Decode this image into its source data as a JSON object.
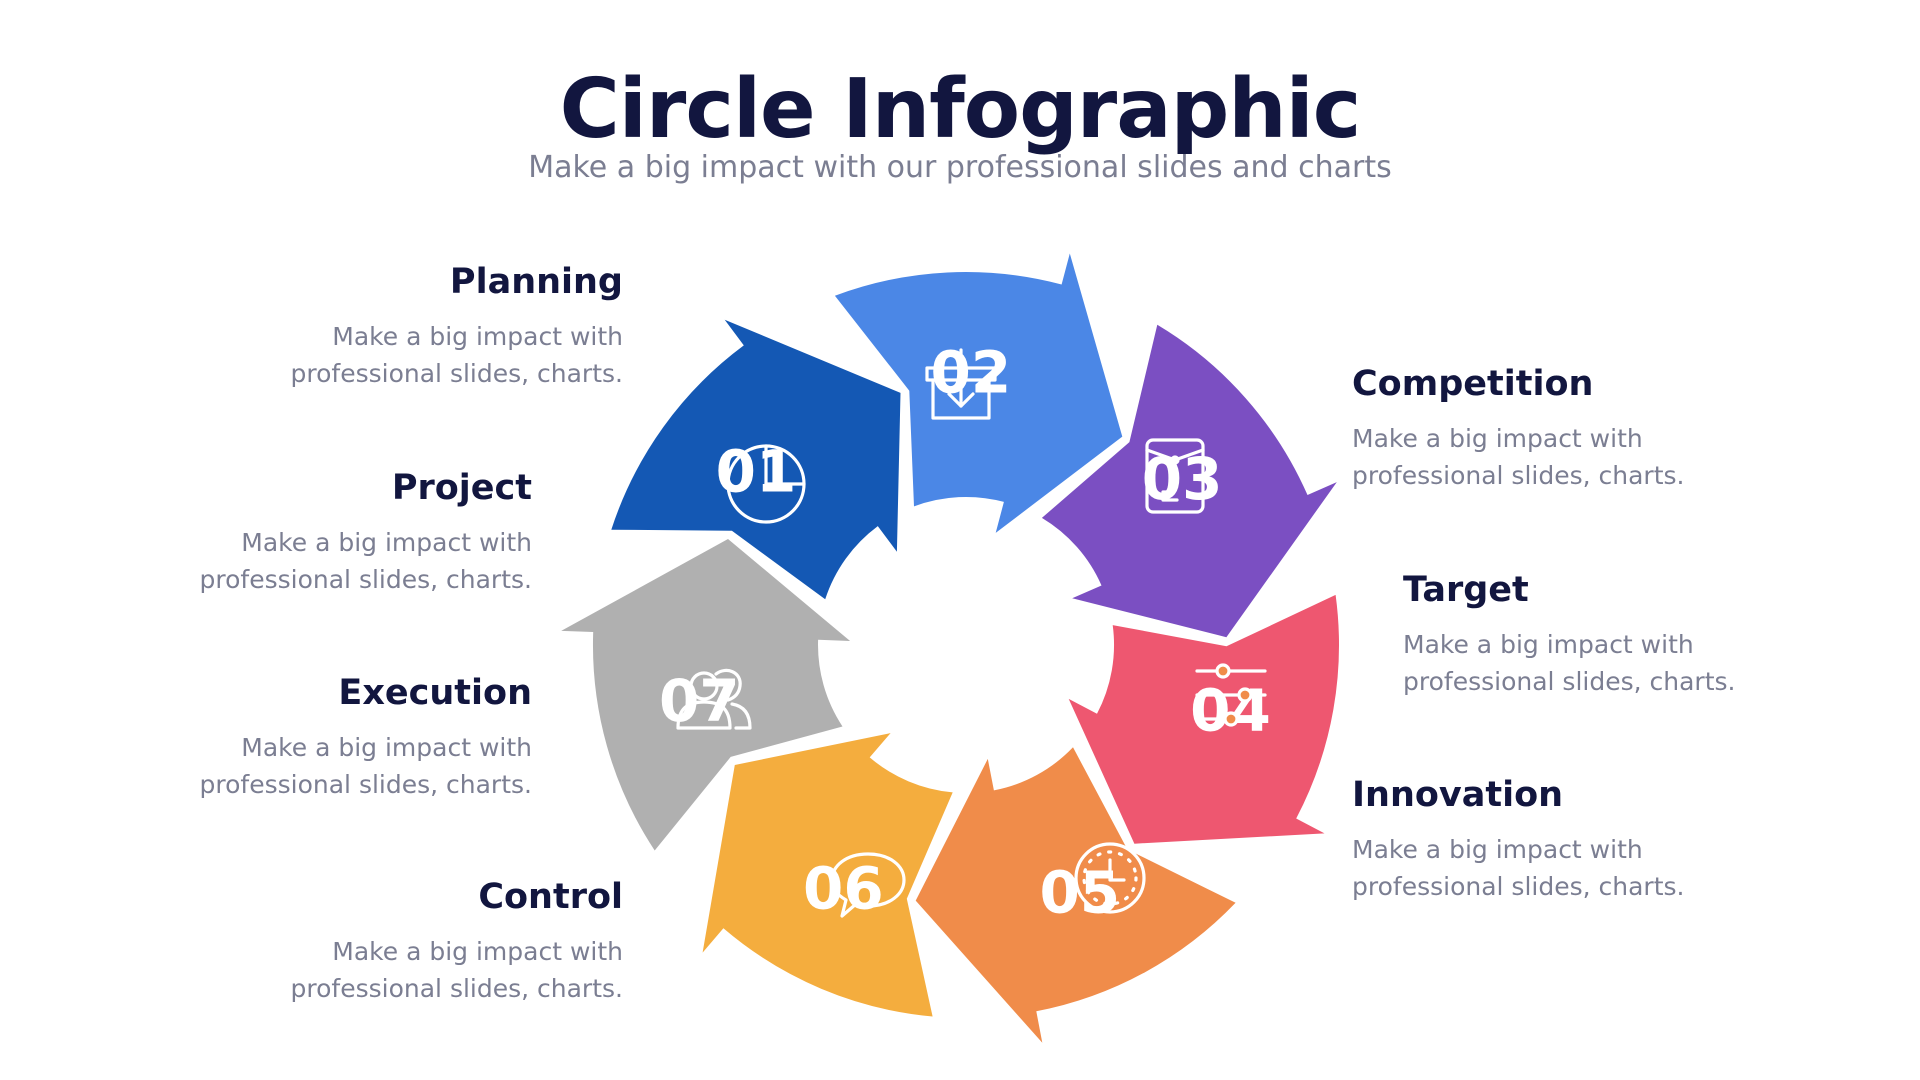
{
  "title": "Circle Infographic",
  "subtitle": "Make a big impact with our professional slides and charts",
  "steps": [
    {
      "number": "01",
      "heading": "Project",
      "desc1": "Make a big impact with",
      "desc2": "professional slides, charts.",
      "color": "#1458b4",
      "icon": "users-icon"
    },
    {
      "number": "02",
      "heading": "Planning",
      "desc1": "Make a big impact with",
      "desc2": "professional slides, charts.",
      "color": "#4b87e6",
      "icon": "pie-chart-icon"
    },
    {
      "number": "03",
      "heading": "Competition",
      "desc1": "Make a big impact with",
      "desc2": "professional slides, charts.",
      "color": "#7b4fc2",
      "icon": "inbox-download-icon"
    },
    {
      "number": "04",
      "heading": "Target",
      "desc1": "Make a big impact with",
      "desc2": "professional slides, charts.",
      "color": "#ee5770",
      "icon": "envelope-icon"
    },
    {
      "number": "05",
      "heading": "Innovation",
      "desc1": "Make a big impact with",
      "desc2": "professional slides, charts.",
      "color": "#f08c4a",
      "icon": "sliders-icon"
    },
    {
      "number": "06",
      "heading": "Control",
      "desc1": "Make a big impact with",
      "desc2": "professional slides, charts.",
      "color": "#f4ad3e",
      "icon": "clock-icon"
    },
    {
      "number": "07",
      "heading": "Execution",
      "desc1": "Make a big impact with",
      "desc2": "professional slides, charts.",
      "color": "#b0b0b0",
      "icon": "chat-bubble-icon"
    }
  ]
}
